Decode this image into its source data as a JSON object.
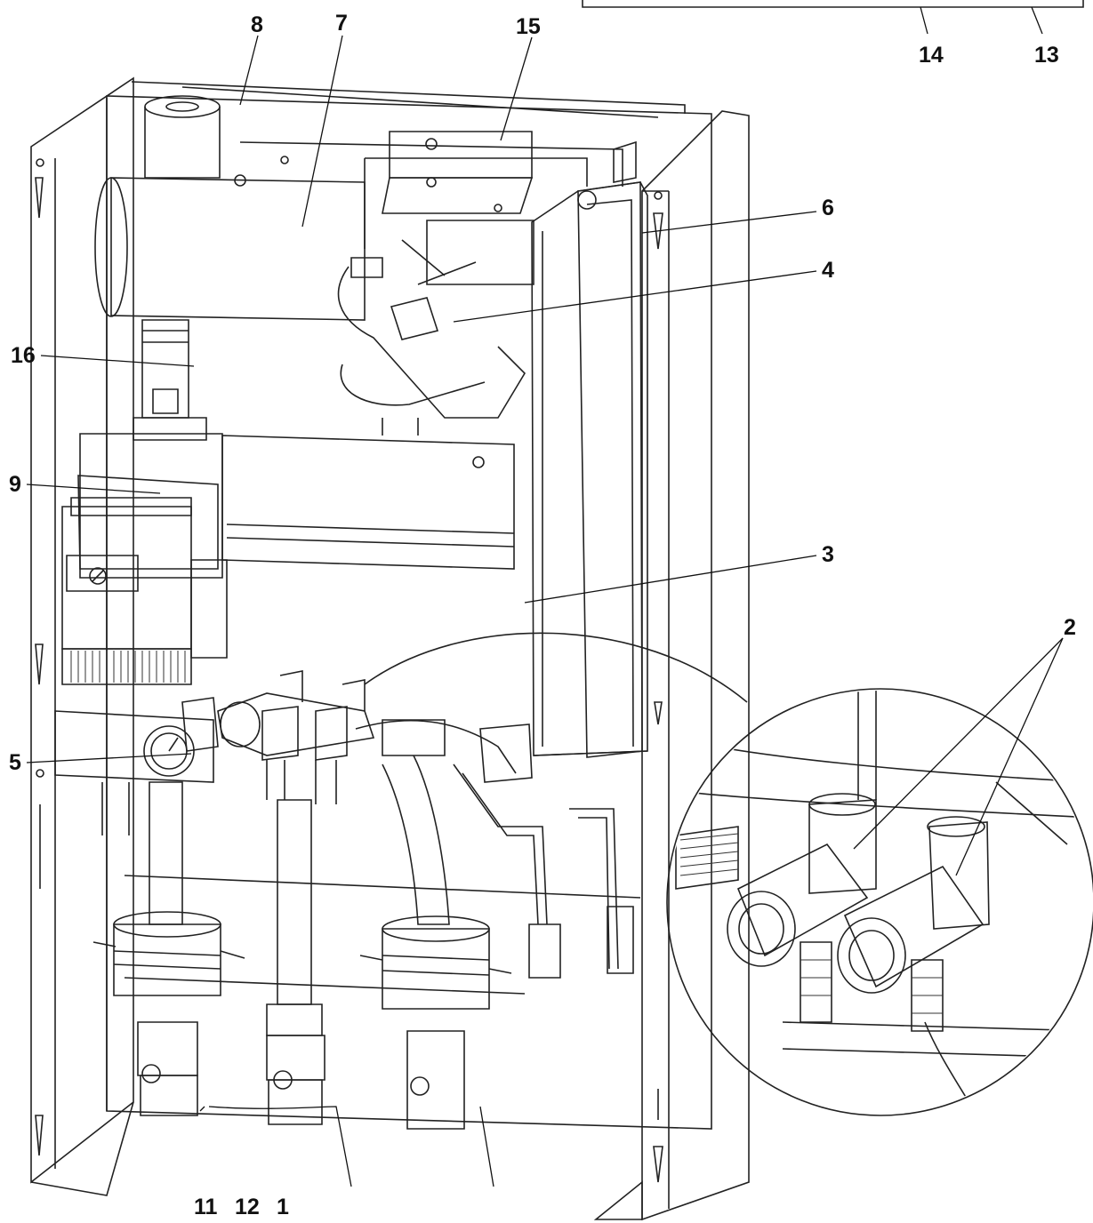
{
  "callouts": {
    "c1": "1",
    "c2": "2",
    "c3": "3",
    "c4": "4",
    "c5": "5",
    "c6": "6",
    "c7": "7",
    "c8": "8",
    "c9": "9",
    "c11": "11",
    "c12": "12",
    "c13": "13",
    "c14": "14",
    "c15": "15",
    "c16": "16"
  },
  "colors": {
    "line": "#222222",
    "body_fill": "#ffffff",
    "shade": "#d9d9d9",
    "dark": "#3a3a3a"
  }
}
